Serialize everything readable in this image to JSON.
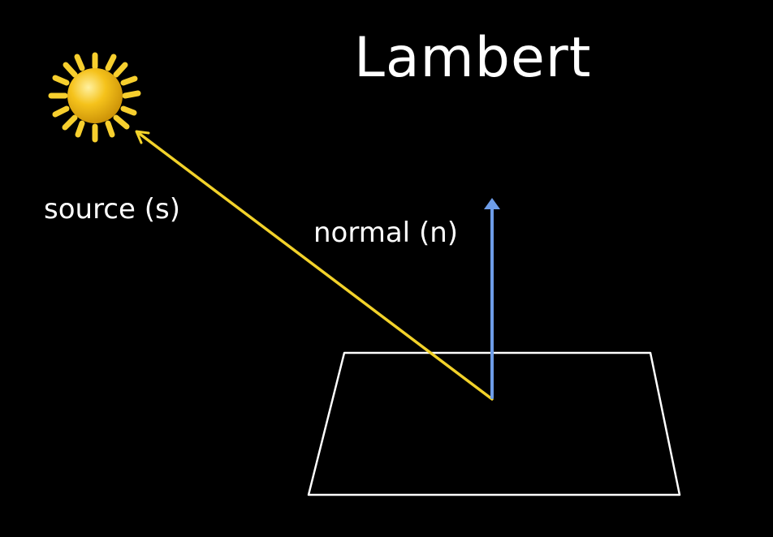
{
  "title": "Lambert",
  "labels": {
    "source": "source (s)",
    "normal": "normal (n)"
  },
  "icons": {
    "light_source": "sun-icon"
  },
  "colors": {
    "background": "#000000",
    "text": "#ffffff",
    "source_vector": "#f2d22a",
    "normal_vector": "#6e9de8",
    "surface_outline": "#ffffff",
    "sun_core": "#f5c21b",
    "sun_rays": "#f7cf2e"
  }
}
